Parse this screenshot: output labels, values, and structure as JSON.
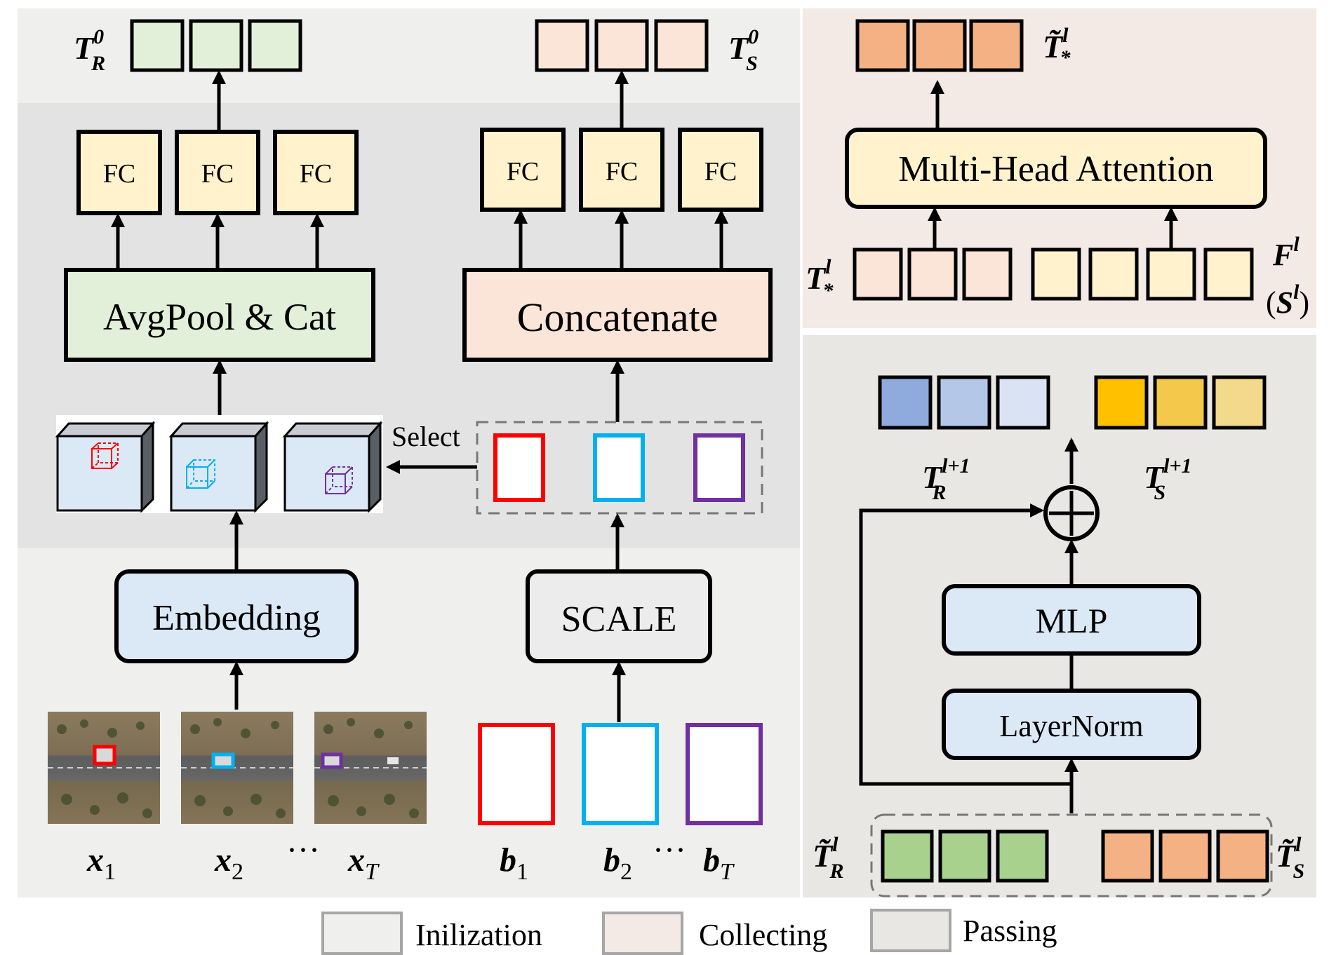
{
  "colors": {
    "init_bg": "#efefee",
    "passing_bg": "#e3e3e3",
    "collect_bg": "#f3e9e5",
    "pass_right_bg": "#e8e7e4",
    "green": "#e2f0d9",
    "peach": "#fbe4d8",
    "yellow": "#fff2cc",
    "blue": "#dbe8f5",
    "gray": "#ececec",
    "orange": "#f4b183",
    "token_green": "#a9d18e",
    "token_blue": [
      "#8faadc",
      "#b4c7e7",
      "#dae3f3"
    ],
    "token_gold": [
      "#ffc000",
      "#f4c84a",
      "#f2d98c"
    ],
    "box_red": "#ff0000",
    "box_cyan": "#00b0f0",
    "box_purple": "#7030a0"
  },
  "labels": {
    "fc": "FC",
    "avgpool": "AvgPool & Cat",
    "concatenate": "Concatenate",
    "embedding": "Embedding",
    "scale": "SCALE",
    "select": "Select",
    "mha": "Multi-Head Attention",
    "mlp": "MLP",
    "layernorm": "LayerNorm",
    "ellipsis": "···",
    "plus": "⊕"
  },
  "math": {
    "tr0": {
      "base": "T",
      "sup": "0",
      "sub": "R"
    },
    "ts0": {
      "base": "T",
      "sup": "0",
      "sub": "S"
    },
    "t_tilde_star": {
      "base": "T̃",
      "sup": "l",
      "sub": "*"
    },
    "t_star": {
      "base": "T",
      "sup": "l",
      "sub": "*"
    },
    "fl": {
      "base": "F",
      "sup": "l"
    },
    "sl": {
      "open": "(",
      "base": "S",
      "sup": "l",
      "close": ")"
    },
    "tr_next": {
      "base": "T",
      "sup": "l+1",
      "sub": "R"
    },
    "ts_next": {
      "base": "T",
      "sup": "l+1",
      "sub": "S"
    },
    "t_tilde_r": {
      "base": "T̃",
      "sup": "l",
      "sub": "R"
    },
    "t_tilde_s": {
      "base": "T̃",
      "sup": "l",
      "sub": "S"
    },
    "x1": {
      "base": "x",
      "sub": "1"
    },
    "x2": {
      "base": "x",
      "sub": "2"
    },
    "xT": {
      "base": "x",
      "sub": "T"
    },
    "b1": {
      "base": "b",
      "sub": "1"
    },
    "b2": {
      "base": "b",
      "sub": "2"
    },
    "bT": {
      "base": "b",
      "sub": "T"
    }
  },
  "legend": {
    "items": [
      {
        "label": "Inilization"
      },
      {
        "label": "Collecting"
      },
      {
        "label": "Passing"
      }
    ]
  }
}
